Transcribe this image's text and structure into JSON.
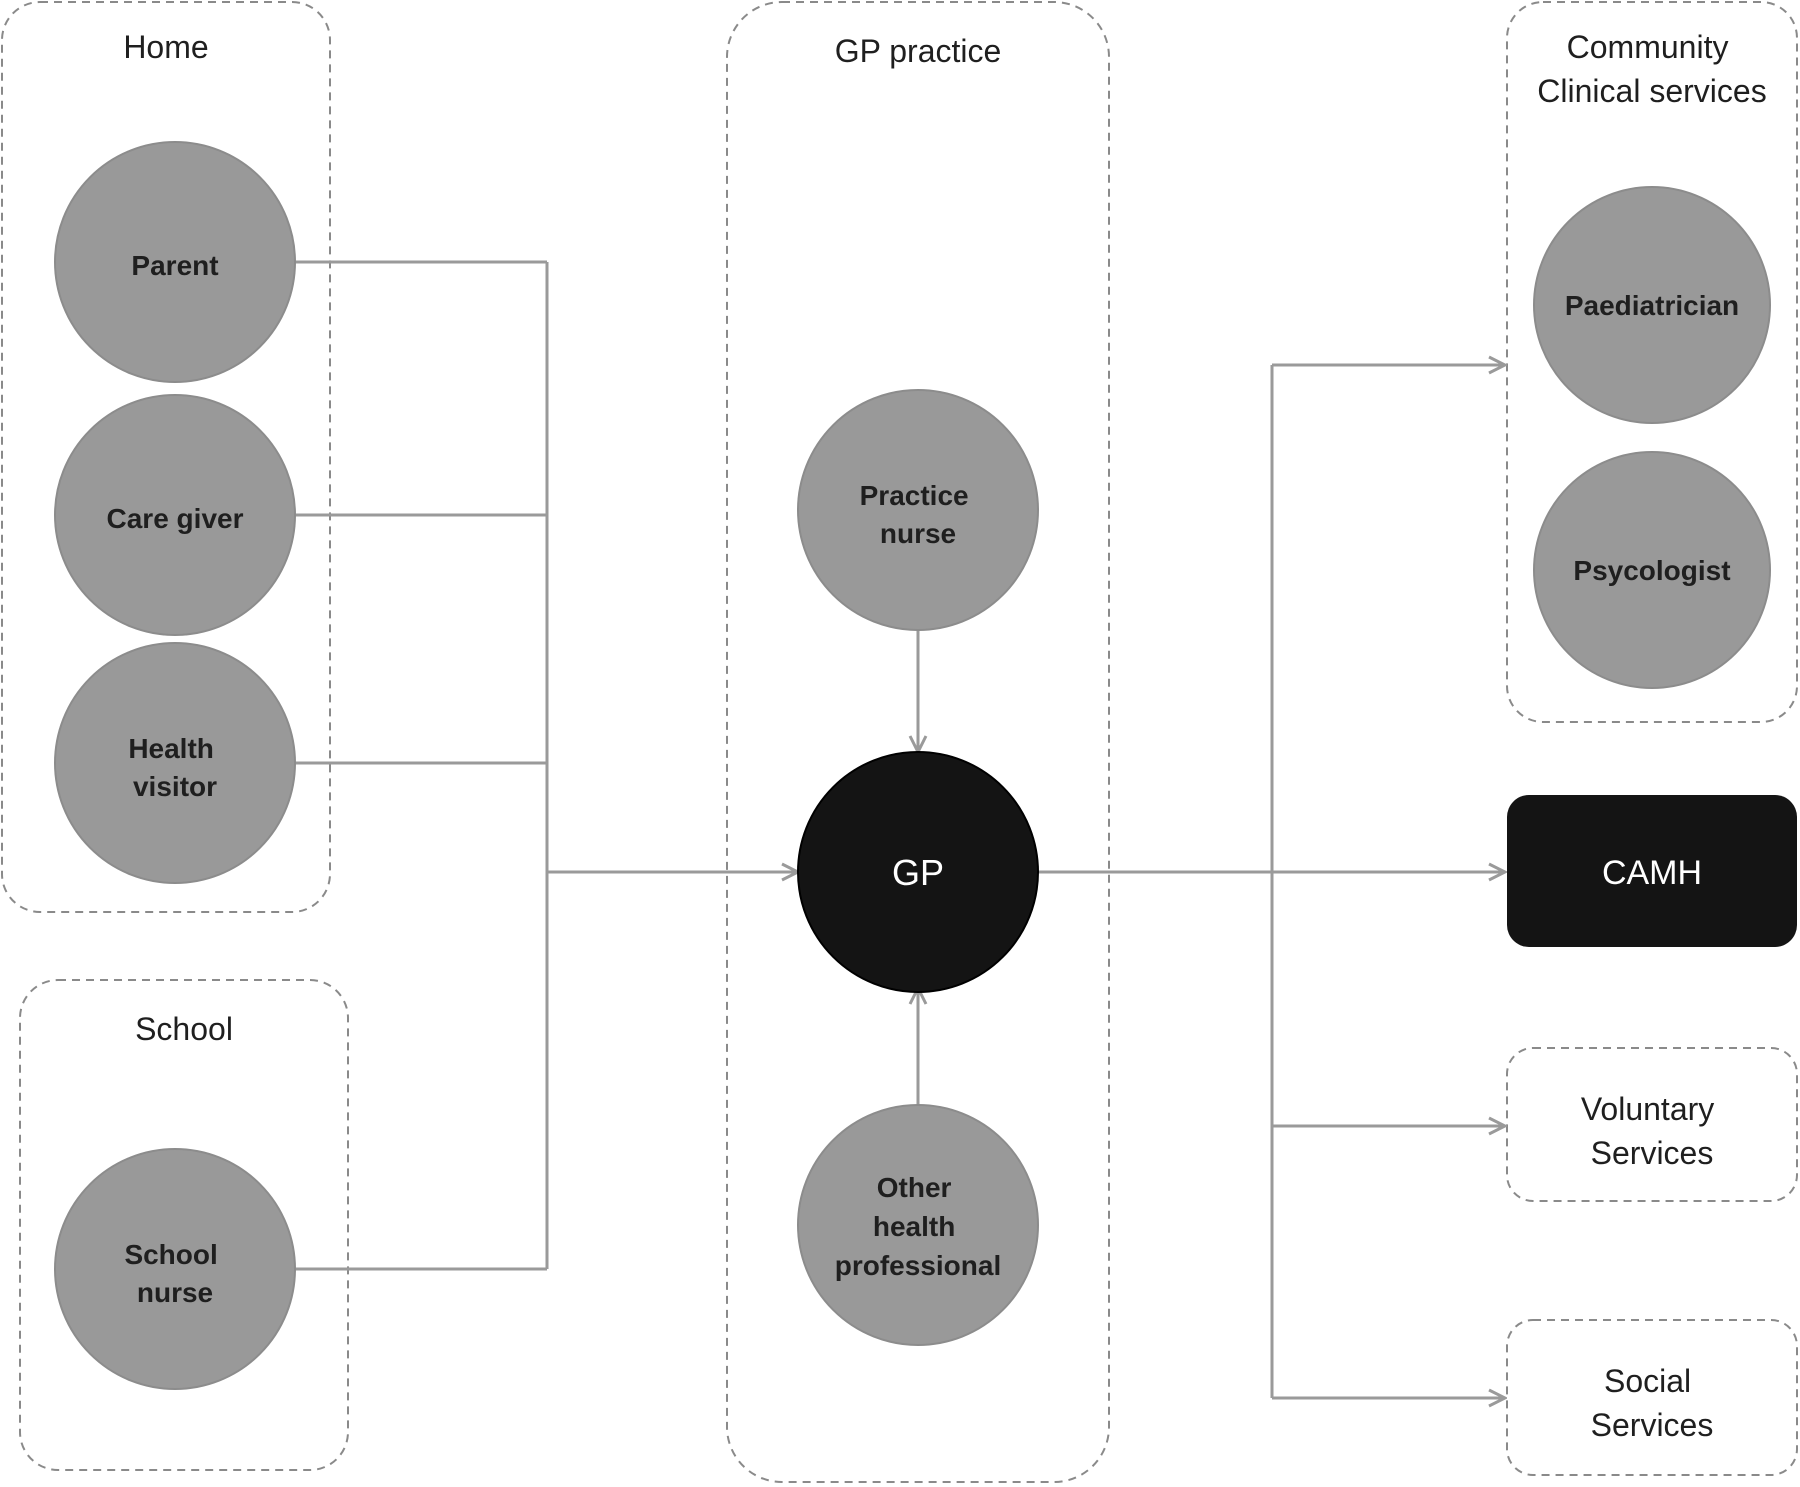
{
  "groups": {
    "home": "Home",
    "school": "School",
    "gp_practice": "GP practice",
    "community": [
      "Community",
      "Clinical services"
    ]
  },
  "nodes": {
    "parent": [
      "Parent"
    ],
    "care_giver": [
      "Care giver"
    ],
    "health_visitor": [
      "Health",
      "visitor"
    ],
    "school_nurse": [
      "School",
      "nurse"
    ],
    "practice_nurse": [
      "Practice",
      "nurse"
    ],
    "gp": [
      "GP"
    ],
    "other_health_professional": [
      "Other",
      "health",
      "professional"
    ],
    "paediatrician": [
      "Paediatrician"
    ],
    "psycologist": [
      "Psycologist"
    ],
    "camh": [
      "CAMH"
    ],
    "voluntary_services": [
      "Voluntary",
      "Services"
    ],
    "social_services": [
      "Social",
      "Services"
    ]
  },
  "colors": {
    "node_fill": "#999999",
    "dark_fill": "#141414",
    "line": "#9a9a9a",
    "dashed_border": "#8a8a8a"
  }
}
